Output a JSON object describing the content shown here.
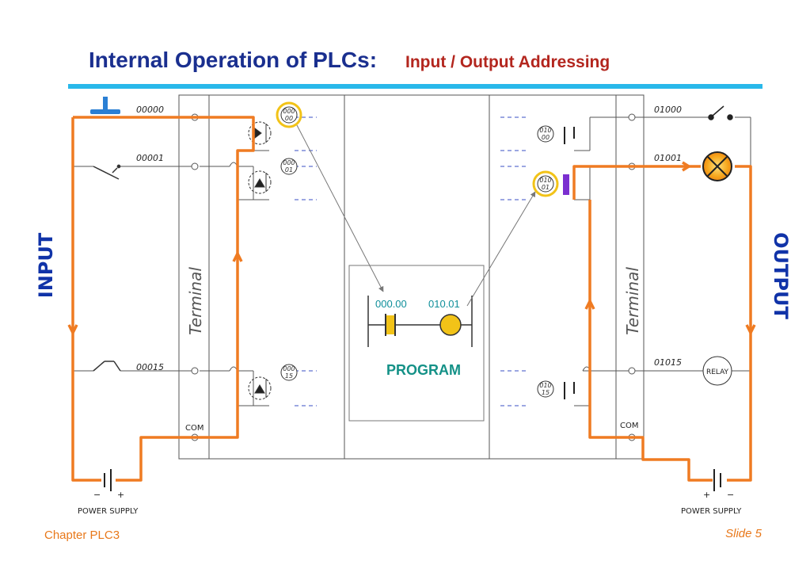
{
  "title": {
    "main": "Internal Operation of PLCs:",
    "sub": "Input / Output Addressing"
  },
  "side_labels": {
    "input": "INPUT",
    "output": "OUTPUT"
  },
  "input_terminals": [
    "00000",
    "00001",
    "00015"
  ],
  "output_terminals": [
    "01000",
    "01001",
    "01015"
  ],
  "input_addresses": [
    {
      "top": "000",
      "bottom": "00"
    },
    {
      "top": "000",
      "bottom": "01"
    },
    {
      "top": "000",
      "bottom": "15"
    }
  ],
  "output_addresses": [
    {
      "top": "010",
      "bottom": "00"
    },
    {
      "top": "010",
      "bottom": "01"
    },
    {
      "top": "010",
      "bottom": "15"
    }
  ],
  "terminal_label": "Terminal",
  "com_label": "COM",
  "program": {
    "contact_address": "000.00",
    "coil_address": "010.01",
    "label": "PROGRAM"
  },
  "power_supply": {
    "label": "POWER SUPPLY",
    "left_minus": "−",
    "left_plus": "+",
    "right_plus": "+",
    "right_minus": "−"
  },
  "relay_label": "RELAY",
  "footer": {
    "left": "Chapter PLC3",
    "right": "Slide 5"
  },
  "colors": {
    "title_blue": "#1a2f8f",
    "title_red": "#b3261e",
    "accent_bar": "#29b8ea",
    "current_path": "#ef7b22",
    "highlight_ring": "#f2c318",
    "program_teal": "#149187",
    "footer_orange": "#e8781a"
  }
}
